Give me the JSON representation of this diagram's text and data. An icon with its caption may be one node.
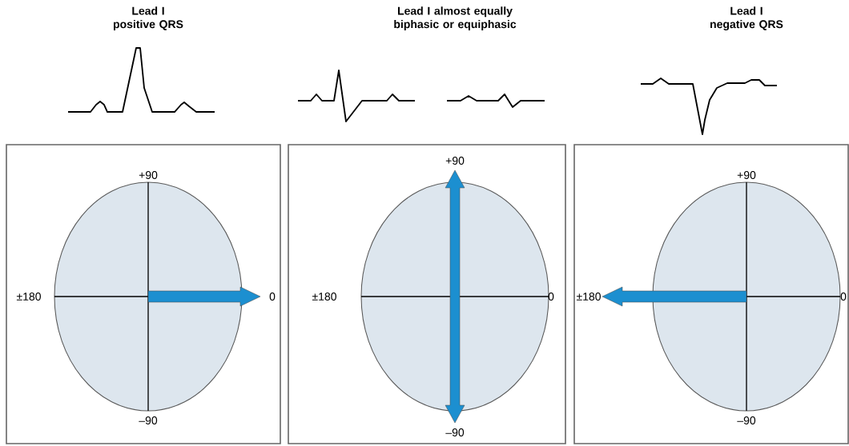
{
  "diagram": {
    "nodes": [
      {
        "text": [
          "+90",
          "±180",
          "0",
          "–90"
        ]
      },
      {
        "text": [
          "+90",
          "±180",
          "0",
          "–90"
        ]
      },
      {
        "text": [
          "+90",
          "±180",
          "0",
          "–90"
        ]
      }
    ],
    "labels": [
      "Lead I positive QRS",
      "Lead I almost equally biphasic or equiphasic",
      "Lead I negative QRS"
    ]
  }
}
